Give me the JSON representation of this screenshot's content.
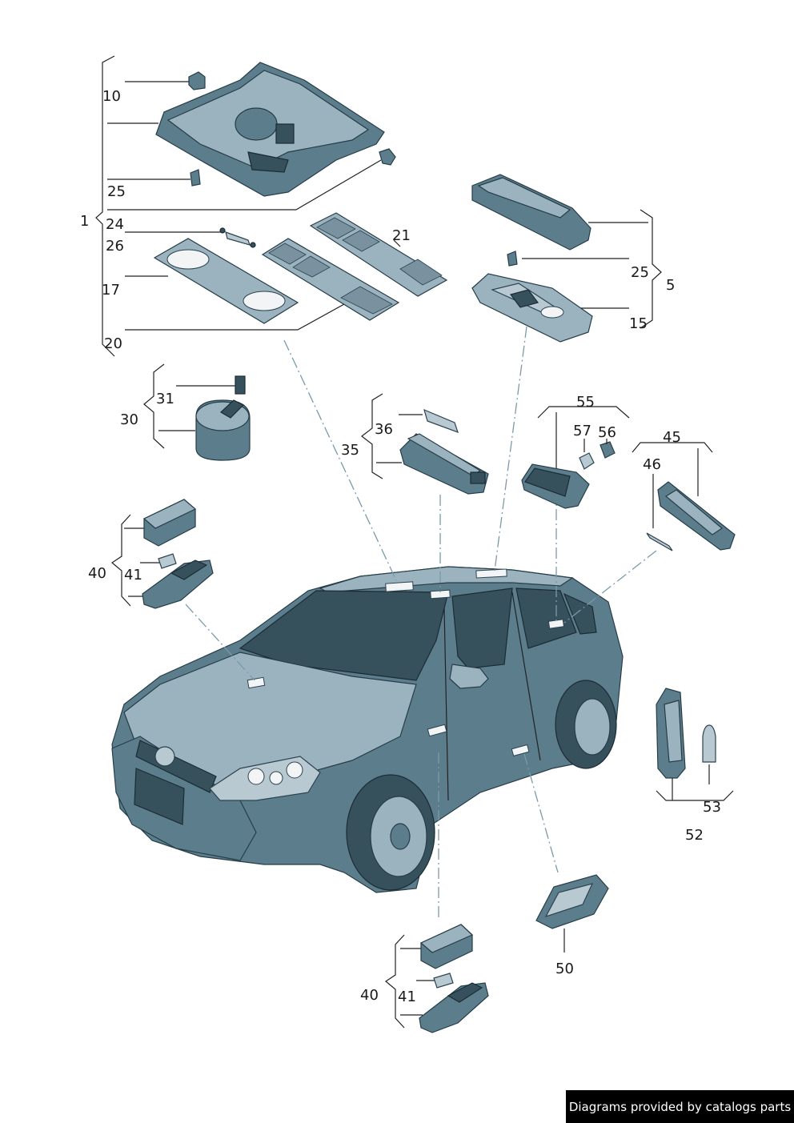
{
  "labels": {
    "l1": "1",
    "l5": "5",
    "l10": "10",
    "l15": "15",
    "l17": "17",
    "l20": "20",
    "l21": "21",
    "l24": "24",
    "l25a": "25",
    "l25b": "25",
    "l26": "26",
    "l30": "30",
    "l31": "31",
    "l35": "35",
    "l36": "36",
    "l40a": "40",
    "l41a": "41",
    "l40b": "40",
    "l41b": "41",
    "l45": "45",
    "l46": "46",
    "l50": "50",
    "l52": "52",
    "l53": "53",
    "l55": "55",
    "l56": "56",
    "l57": "57"
  },
  "footer": "Diagrams provided by catalogs parts"
}
